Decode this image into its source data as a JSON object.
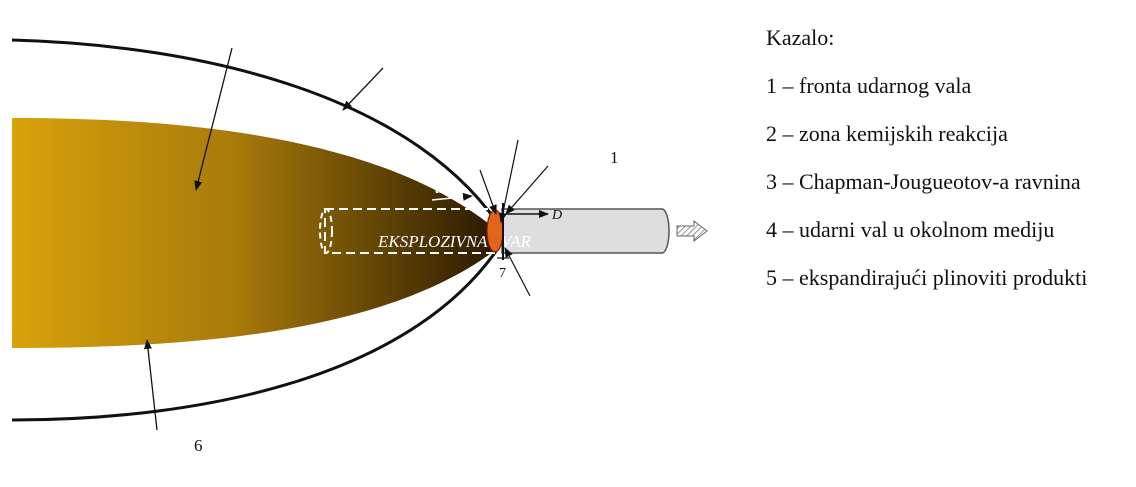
{
  "diagram": {
    "explosive_label": "EKSPLOZIVNA TVAR",
    "callouts": [
      "1",
      "6",
      "7"
    ],
    "vectors": {
      "velocity": "u",
      "detonation": "D"
    },
    "colors": {
      "products_start": "#d8a20a",
      "products_end": "#241500",
      "reaction_zone": "#e0641a",
      "tube_fill": "#dedede",
      "outline": "#111111"
    }
  },
  "legend": {
    "title": "Kazalo:",
    "items": [
      "1 – fronta udarnog vala",
      "2 – zona kemijskih reakcija",
      "3 – Chapman-Jougueotov-a ravnina",
      "4 – udarni val u okolnom mediju",
      "5 – ekspandirajući plinoviti produkti"
    ]
  }
}
